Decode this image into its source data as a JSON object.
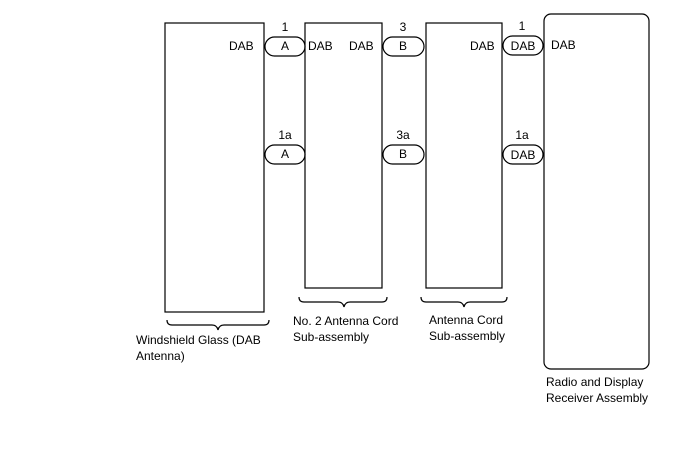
{
  "components": {
    "windshield": {
      "label_line1": "Windshield Glass (DAB",
      "label_line2": "Antenna)",
      "terminal_label": "DAB"
    },
    "cord2": {
      "label_line1": "No. 2 Antenna Cord",
      "label_line2": "Sub-assembly",
      "terminal_left": "DAB",
      "terminal_right": "DAB"
    },
    "cord": {
      "label_line1": "Antenna Cord",
      "label_line2": "Sub-assembly",
      "terminal_right": "DAB"
    },
    "radio": {
      "label_line1": "Radio and Display",
      "label_line2": "Receiver Assembly",
      "terminal_label": "DAB"
    }
  },
  "connectors": [
    {
      "pin": "1",
      "code": "A"
    },
    {
      "pin": "1a",
      "code": "A"
    },
    {
      "pin": "3",
      "code": "B"
    },
    {
      "pin": "3a",
      "code": "B"
    },
    {
      "pin": "1",
      "code": "DAB"
    },
    {
      "pin": "1a",
      "code": "DAB"
    }
  ]
}
